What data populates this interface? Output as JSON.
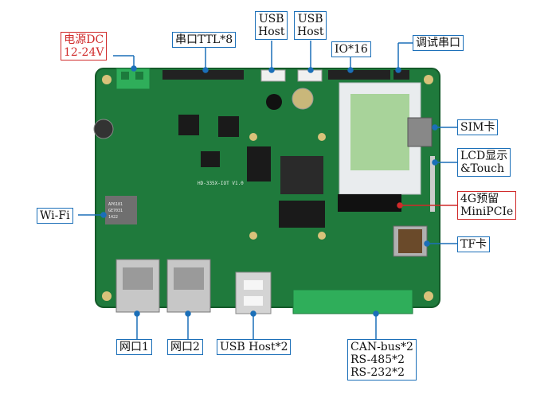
{
  "labels": {
    "power": [
      "电源DC",
      "12-24V"
    ],
    "uart_ttl": "串口TTL*8",
    "usb_host_a": [
      "USB",
      "Host"
    ],
    "usb_host_b": [
      "USB",
      "Host"
    ],
    "io": "IO*16",
    "debug_uart": "调试串口",
    "sim": "SIM卡",
    "lcd": [
      "LCD显示",
      "&Touch"
    ],
    "pcie": [
      "4G预留",
      "MiniPCIe"
    ],
    "wifi": "Wi-Fi",
    "tf": "TF卡",
    "eth1": "网口1",
    "eth2": "网口2",
    "usb_host2": "USB Host*2",
    "bus": [
      "CAN-bus*2",
      "RS-485*2",
      "RS-232*2"
    ]
  },
  "board": {
    "silkscreen": "HD-335X-IOT V1.0",
    "wifi_module": [
      "AP6181",
      "GE7031",
      "1422"
    ]
  },
  "colors": {
    "pcb": "#1f7a3c",
    "pcb_dark": "#165e2d",
    "label_border": "#1b6fb8",
    "label_red": "#d02a2a",
    "terminal": "#2fae5a"
  }
}
